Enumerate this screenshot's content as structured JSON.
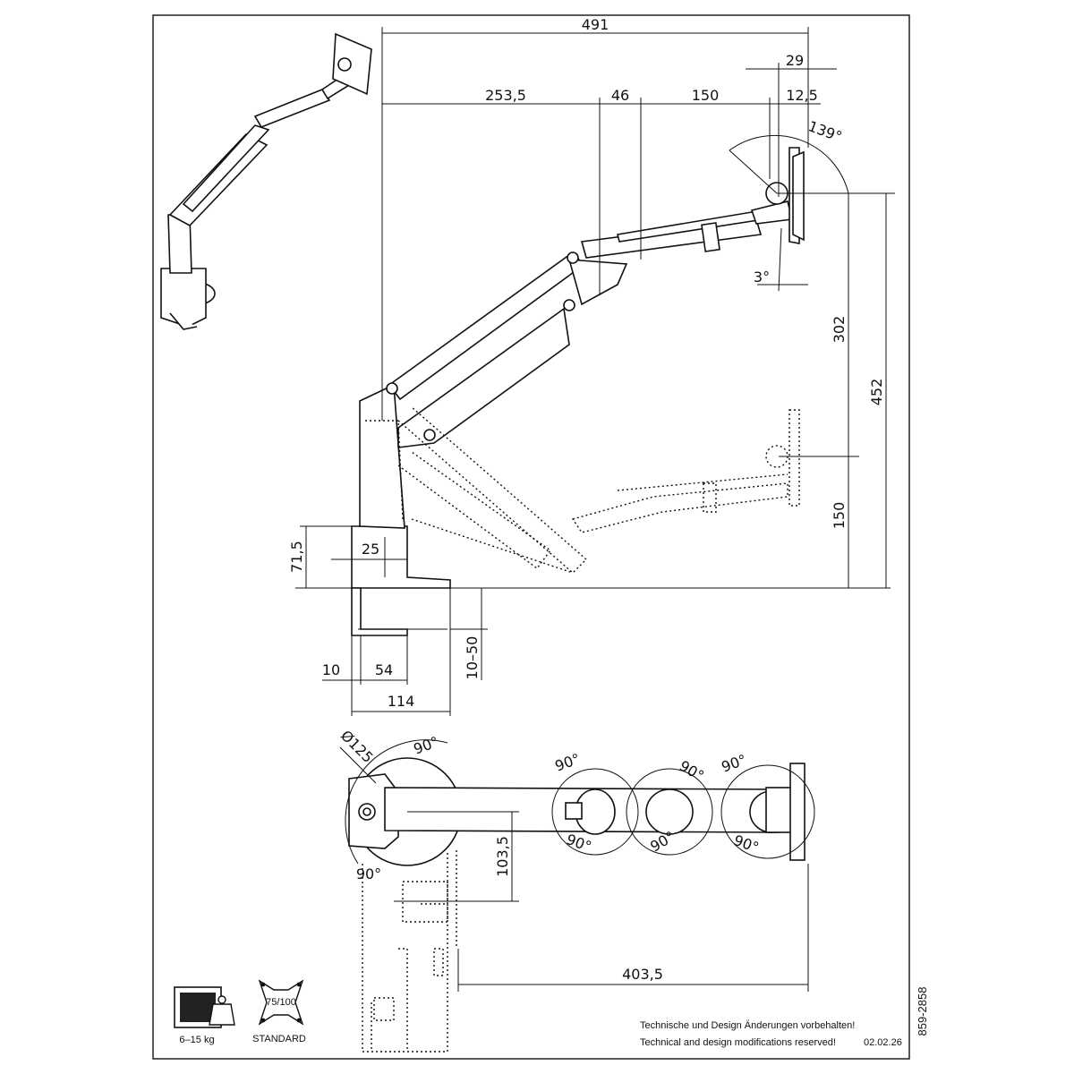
{
  "dimensions": {
    "total_reach": "491",
    "top_offset": "29",
    "segment_1": "253,5",
    "segment_2": "46",
    "segment_3": "150",
    "plate_depth": "12,5",
    "tilt_up": "139°",
    "tilt_down": "3°",
    "height_upper": "302",
    "height_total": "452",
    "height_lower": "150",
    "base_height": "71,5",
    "pole_width": "25",
    "clamp_lip": "10",
    "clamp_inner": "54",
    "clamp_range": "10–50",
    "base_depth": "114",
    "disc_diameter": "Ø125",
    "swivel": "90°",
    "pole_offset": "103,5",
    "arm_reach": "403,5"
  },
  "icons": {
    "load_label": "6–15  kg",
    "vesa_label": "75/100",
    "vesa_caption": "STANDARD"
  },
  "notes": {
    "german": "Technische und Design Änderungen vorbehalten!",
    "english": "Technical and design modifications reserved!",
    "date": "02.02.26",
    "article_number": "859-2858"
  }
}
